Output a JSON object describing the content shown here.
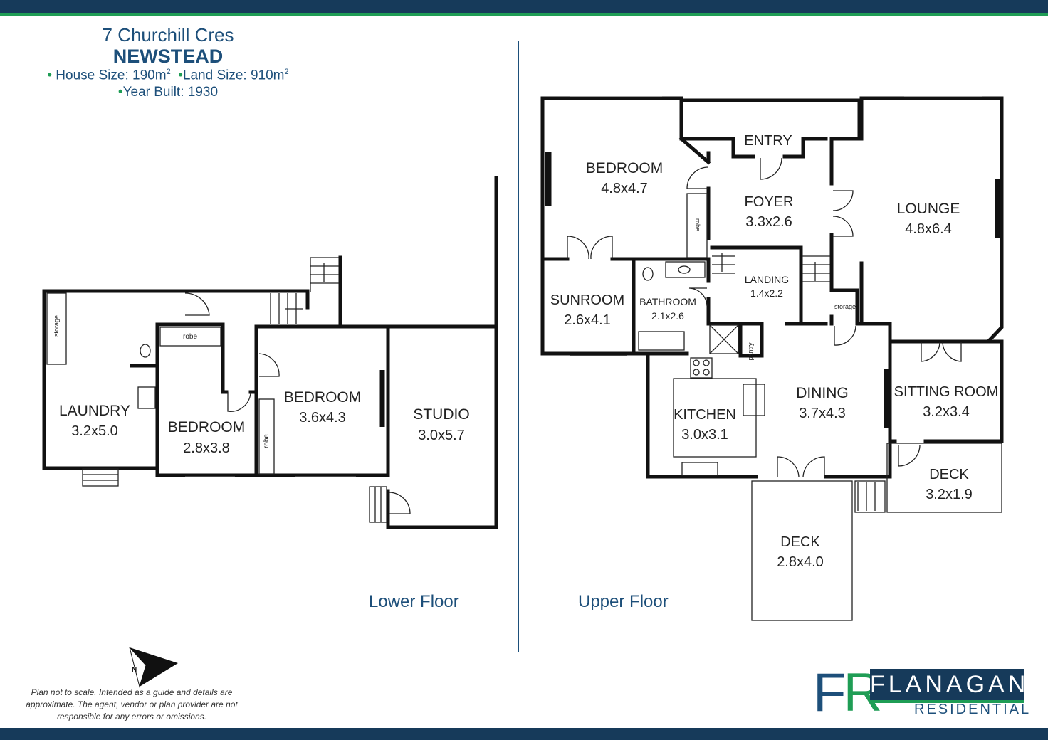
{
  "header": {
    "address": "7 Churchill Cres",
    "suburb": "NEWSTEAD",
    "house_size_label": "House Size:",
    "house_size_value": "190m",
    "land_size_label": "Land Size:",
    "land_size_value": "910m",
    "squared": "2",
    "year_built_label": "Year Built:",
    "year_built_value": "1930"
  },
  "lower_floor": {
    "label": "Lower Floor",
    "rooms": {
      "laundry": {
        "name": "LAUNDRY",
        "size": "3.2x5.0"
      },
      "bedroom_a": {
        "name": "BEDROOM",
        "size": "2.8x3.8"
      },
      "bedroom_b": {
        "name": "BEDROOM",
        "size": "3.6x4.3"
      },
      "studio": {
        "name": "STUDIO",
        "size": "3.0x5.7"
      }
    },
    "small_labels": {
      "storage": "storage",
      "robe_top": "robe",
      "robe_side": "robe"
    }
  },
  "upper_floor": {
    "label": "Upper Floor",
    "rooms": {
      "entry": {
        "name": "ENTRY"
      },
      "bedroom": {
        "name": "BEDROOM",
        "size": "4.8x4.7"
      },
      "foyer": {
        "name": "FOYER",
        "size": "3.3x2.6"
      },
      "lounge": {
        "name": "LOUNGE",
        "size": "4.8x6.4"
      },
      "sunroom": {
        "name": "SUNROOM",
        "size": "2.6x4.1"
      },
      "bathroom": {
        "name": "BATHROOM",
        "size": "2.1x2.6"
      },
      "landing": {
        "name": "LANDING",
        "size": "1.4x2.2"
      },
      "kitchen": {
        "name": "KITCHEN",
        "size": "3.0x3.1"
      },
      "dining": {
        "name": "DINING",
        "size": "3.7x4.3"
      },
      "sitting_room": {
        "name": "SITTING ROOM",
        "size": "3.2x3.4"
      },
      "deck_right": {
        "name": "DECK",
        "size": "3.2x1.9"
      },
      "deck_bottom": {
        "name": "DECK",
        "size": "2.8x4.0"
      }
    },
    "small_labels": {
      "robe": "robe",
      "storage": "storage",
      "pantry": "pantry"
    }
  },
  "compass": {
    "north": "N"
  },
  "disclaimer": "Plan not to scale. Intended as a guide and details are approximate. The agent, vendor or plan provider are not responsible for any errors or omissions.",
  "logo": {
    "fr_f": "F",
    "fr_r": "R",
    "name": "FLANAGAN",
    "sub": "RESIDENTIAL"
  },
  "colors": {
    "navy": "#163a5a",
    "green": "#1f9d55",
    "text_blue": "#1d4f7a"
  }
}
